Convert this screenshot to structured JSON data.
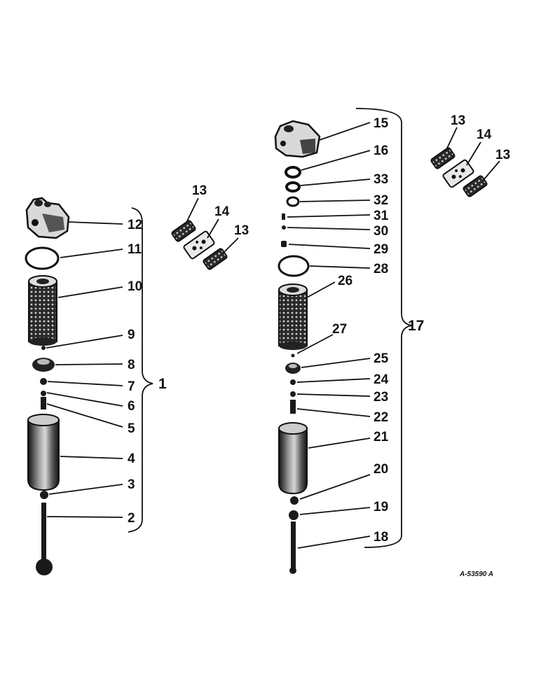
{
  "diagram": {
    "drawing_number": "A-53590 A",
    "left_assembly": {
      "assembly_number": "1",
      "callouts": [
        "12",
        "11",
        "10",
        "9",
        "8",
        "7",
        "6",
        "5",
        "4",
        "3",
        "2"
      ]
    },
    "right_assembly": {
      "assembly_number": "17",
      "callouts": [
        "15",
        "16",
        "33",
        "32",
        "31",
        "30",
        "29",
        "28",
        "26",
        "27",
        "25",
        "24",
        "23",
        "22",
        "21",
        "20",
        "19",
        "18"
      ]
    },
    "gasket_group_left": [
      "13",
      "14",
      "13"
    ],
    "gasket_group_right": [
      "13",
      "14",
      "13"
    ]
  }
}
